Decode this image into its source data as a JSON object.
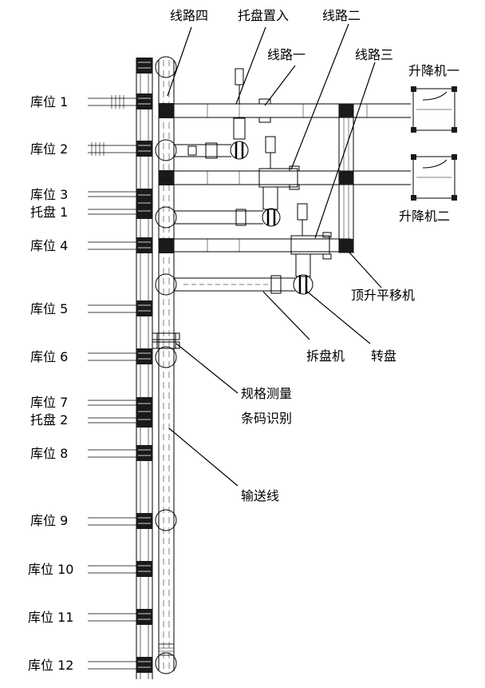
{
  "labels": {
    "route_four": "线路四",
    "tray_insert": "托盘置入",
    "route_two": "线路二",
    "route_one": "线路一",
    "route_three": "线路三",
    "lift_one": "升降机一",
    "lift_two": "升降机二",
    "jack_transfer": "顶升平移机",
    "unstacker": "拆盘机",
    "turntable": "转盘",
    "spec_measure": "规格测量",
    "barcode": "条码识别",
    "conveyor": "输送线"
  },
  "left_labels": {
    "s1": "库位 1",
    "s2": "库位 2",
    "s3": "库位 3",
    "t1": "托盘 1",
    "s4": "库位 4",
    "s5": "库位 5",
    "s6": "库位 6",
    "s7": "库位 7",
    "t2": "托盘 2",
    "s8": "库位 8",
    "s9": "库位 9",
    "s10": "库位 10",
    "s11": "库位 11",
    "s12": "库位 12"
  }
}
